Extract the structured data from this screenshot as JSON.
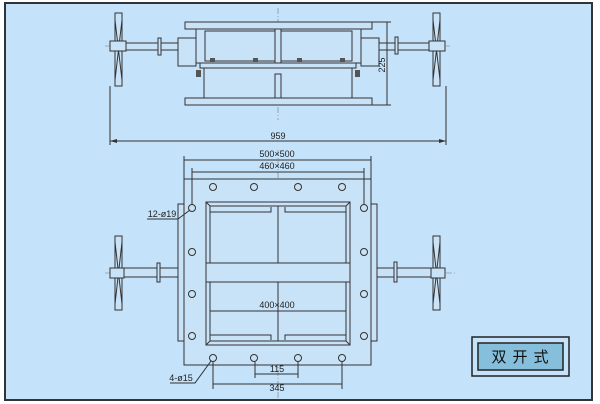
{
  "drawing": {
    "title": "双开式",
    "dimensions": {
      "overall_length": "959",
      "height": "225",
      "flange_outer": "500×500",
      "bolt_pitch": "460×460",
      "opening": "400×400",
      "hole_spacing_small": "115",
      "hole_spacing_large": "345",
      "bolt_holes": "12-ø19",
      "corner_holes": "4-ø15"
    },
    "colors": {
      "background": "#c4e2fa",
      "title_fill": "#86bfdc",
      "line": "#333333"
    }
  }
}
